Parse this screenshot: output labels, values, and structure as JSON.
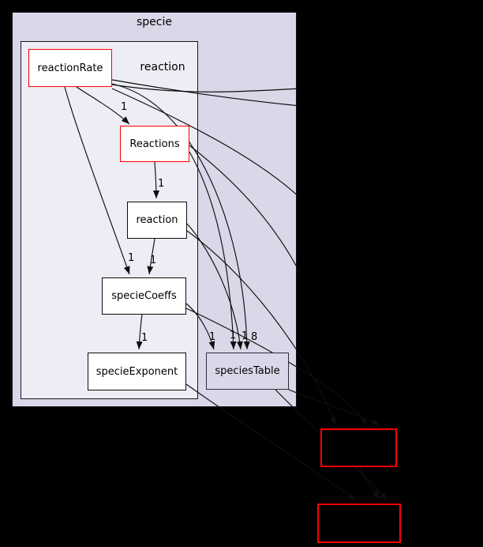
{
  "page": {
    "background_color": "#000000"
  },
  "graph": {
    "clusters": {
      "specie": {
        "label": "specie",
        "fill": "#d8d8e8"
      },
      "reaction": {
        "label": "reaction",
        "fill": "#ededf6"
      }
    },
    "nodes": {
      "reactionRate": {
        "label": "reactionRate",
        "border": "#ff0000",
        "fill": "#ffffff"
      },
      "Reactions": {
        "label": "Reactions",
        "border": "#ff0000",
        "fill": "#ffffff"
      },
      "reaction": {
        "label": "reaction",
        "border": "#000000",
        "fill": "#ffffff"
      },
      "specieCoeffs": {
        "label": "specieCoeffs",
        "border": "#000000",
        "fill": "#ffffff"
      },
      "specieExponent": {
        "label": "specieExponent",
        "border": "#000000",
        "fill": "#ffffff"
      },
      "speciesTable": {
        "label": "speciesTable",
        "border": "#2e2e36",
        "fill": "#d8d8e8"
      },
      "external1": {
        "label": "",
        "border": "#ff0000",
        "fill": "#000000"
      },
      "external2": {
        "label": "",
        "border": "#ff0000",
        "fill": "#000000"
      }
    },
    "edge_labels": {
      "reactionRate_to_Reactions": "1",
      "Reactions_to_reaction": "1",
      "reactionRate_to_specieCoeffs": "1",
      "reaction_to_specieCoeffs": "1",
      "specieCoeffs_to_specieExponent": "1",
      "specieCoeffs_to_speciesTable": "1",
      "Reactions_to_speciesTable": "1",
      "reaction_to_speciesTable": "1",
      "reactionRate_to_speciesTable": "8"
    },
    "edge_color": "#0e0e0e"
  }
}
